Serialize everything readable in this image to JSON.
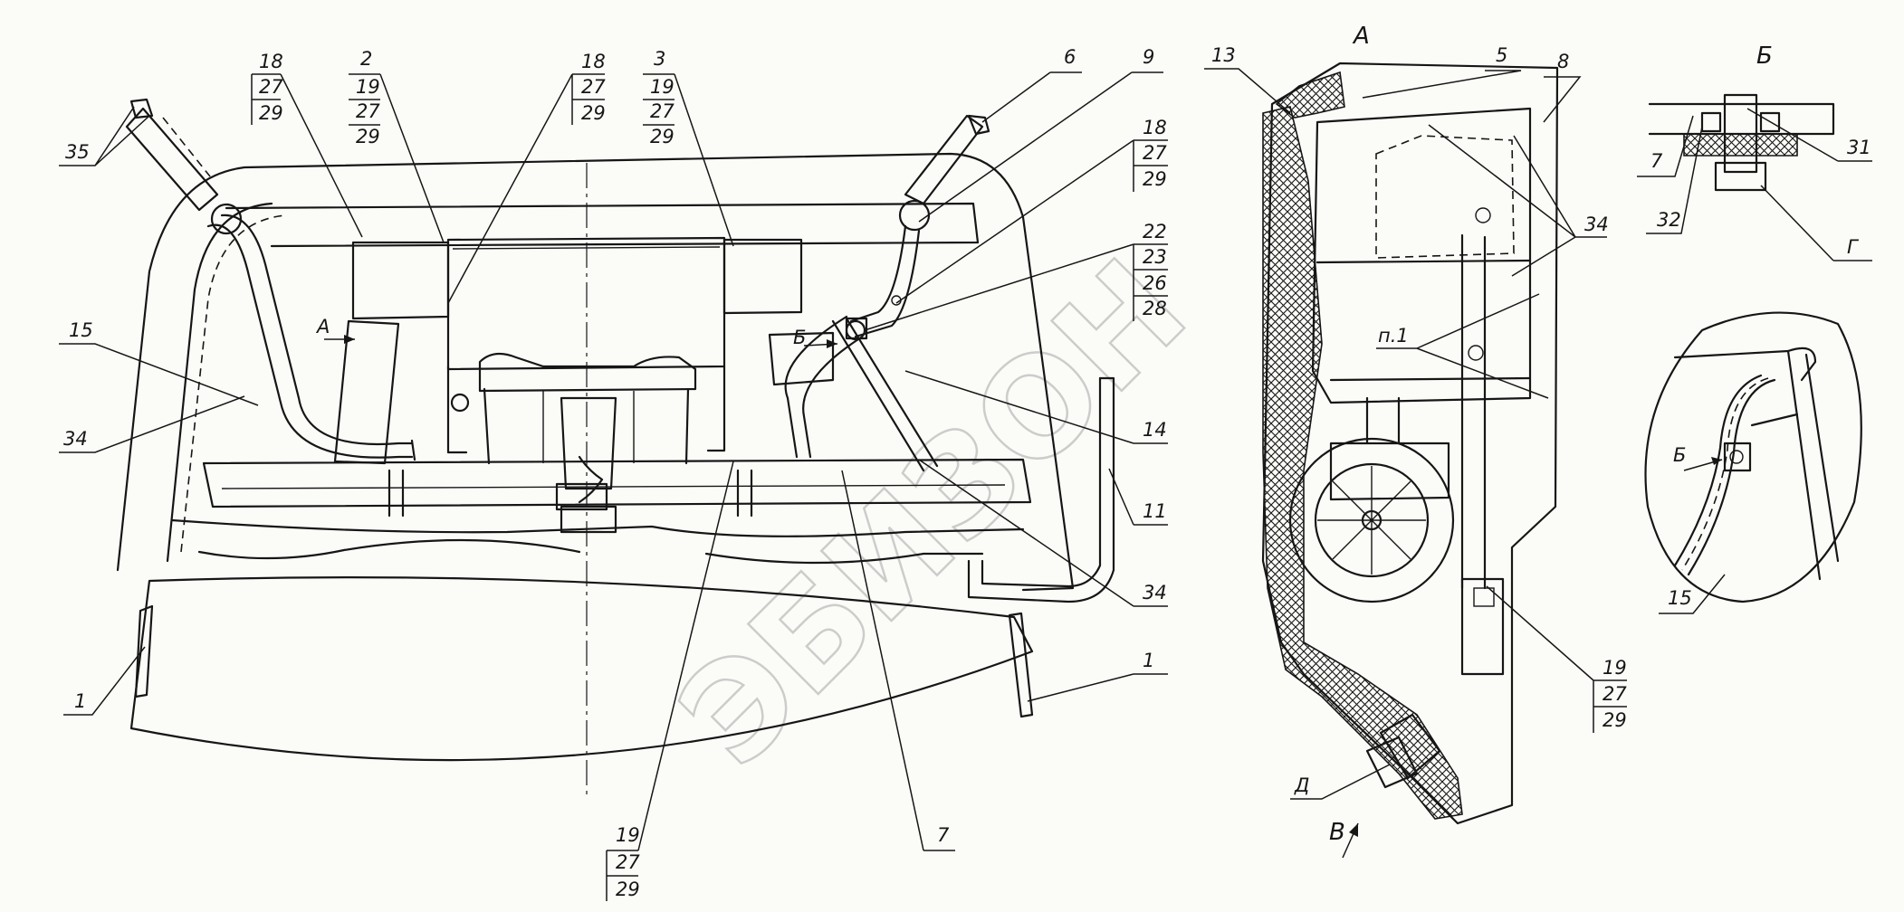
{
  "drawing": {
    "watermark": "ЭБИЗОН",
    "views": {
      "view_a": "А",
      "view_b": "Б",
      "view_v": "В",
      "view_d": "Д",
      "view_g": "Г",
      "note": "п.1"
    },
    "callouts": {
      "c18a": [
        "18",
        "27",
        "29"
      ],
      "c2": [
        "2",
        "19",
        "27",
        "29"
      ],
      "c18b": [
        "18",
        "27",
        "29"
      ],
      "c3": [
        "3",
        "19",
        "27",
        "29"
      ],
      "c6": [
        "6"
      ],
      "c9": [
        "9"
      ],
      "c18c": [
        "18",
        "27",
        "29"
      ],
      "c22": [
        "22",
        "23",
        "26",
        "28"
      ],
      "c14": [
        "14"
      ],
      "c11": [
        "11"
      ],
      "c34a": [
        "34"
      ],
      "c34b": [
        "34"
      ],
      "c15a": [
        "15"
      ],
      "c35": [
        "35"
      ],
      "c1a": [
        "1"
      ],
      "c1b": [
        "1"
      ],
      "c19a": [
        "19",
        "27",
        "29"
      ],
      "c7a": [
        "7"
      ],
      "c13": [
        "13"
      ],
      "c5": [
        "5"
      ],
      "c8": [
        "8"
      ],
      "c34c": [
        "34"
      ],
      "c19b": [
        "19",
        "27",
        "29"
      ],
      "c7b": [
        "7"
      ],
      "c31": [
        "31"
      ],
      "c32": [
        "32"
      ],
      "c15b": [
        "15"
      ]
    },
    "arrow_a": "А",
    "arrow_b": "Б",
    "arrow_b2": "Б"
  }
}
